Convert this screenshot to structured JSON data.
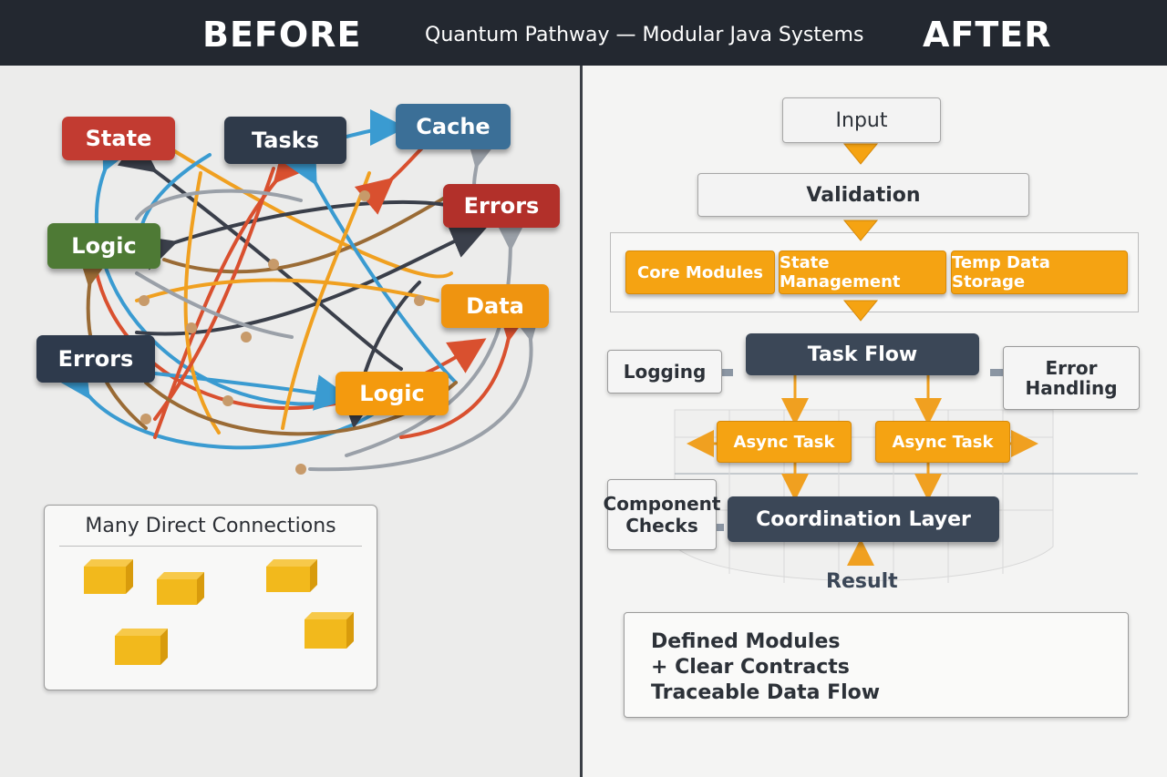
{
  "header": {
    "before_label": "BEFORE",
    "title": "Quantum Pathway — Modular Java Systems",
    "after_label": "AFTER"
  },
  "before": {
    "nodes": {
      "state": "State",
      "tasks": "Tasks",
      "cache": "Cache",
      "errors_top": "Errors",
      "logic_left": "Logic",
      "data": "Data",
      "errors_left": "Errors",
      "logic_center": "Logic"
    },
    "legend_title": "Many Direct Connections"
  },
  "after": {
    "input": "Input",
    "validation": "Validation",
    "modules": [
      "Core Modules",
      "State Management",
      "Temp Data Storage"
    ],
    "task_flow": "Task Flow",
    "logging": "Logging",
    "error_handling_1": "Error",
    "error_handling_2": "Handling",
    "async_tasks": [
      "Async Task",
      "Async Task"
    ],
    "component_checks_1": "Component",
    "component_checks_2": "Checks",
    "coordination": "Coordination Layer",
    "result": "Result",
    "summary": [
      "Defined Modules",
      "+ Clear Contracts",
      "Traceable Data Flow"
    ]
  },
  "colors": {
    "header_bg": "#232830",
    "state": "#c23b31",
    "tasks": "#2f3a4a",
    "cache": "#3b6f97",
    "errors_top": "#b2302a",
    "logic_left": "#4e7a35",
    "data": "#ef9410",
    "errors_left": "#2e3a4c",
    "logic_center": "#f49a0e",
    "accent_orange": "#f5a312",
    "dark_node": "#3b4757"
  }
}
